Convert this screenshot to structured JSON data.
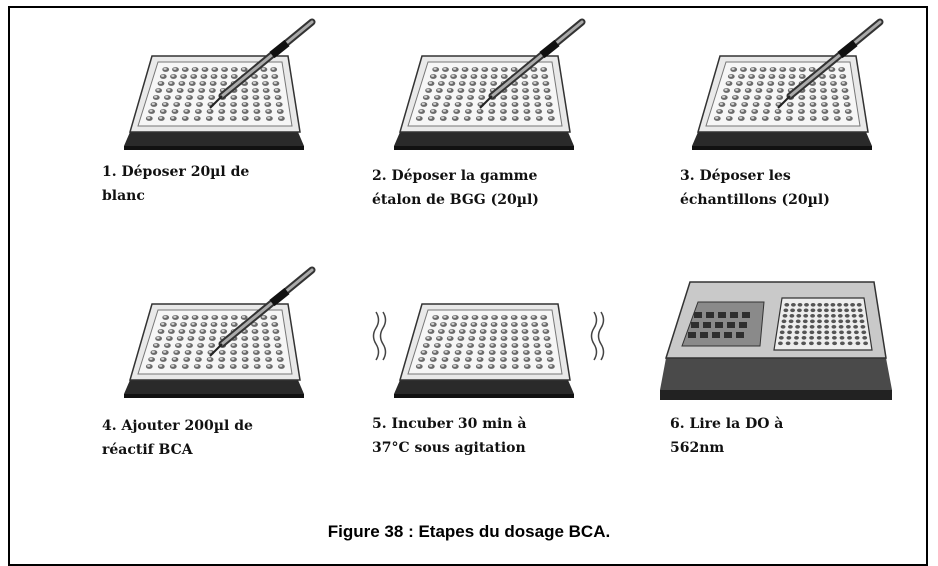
{
  "steps": [
    {
      "caption": "1. Déposer 20µl de\nblanc",
      "illustration": "microplate-with-pipette"
    },
    {
      "caption": "2. Déposer la gamme\nétalon de BGG (20µl)",
      "illustration": "microplate-with-pipette"
    },
    {
      "caption": "3. Déposer les\néchantillons (20µl)",
      "illustration": "microplate-with-pipette"
    },
    {
      "caption": "4. Ajouter 200µl de\nréactif BCA",
      "illustration": "microplate-with-pipette"
    },
    {
      "caption": "5. Incuber 30 min à\n37°C sous agitation",
      "illustration": "microplate-shaking"
    },
    {
      "caption": "6. Lire la DO à\n562nm",
      "illustration": "plate-reader"
    }
  ],
  "figure_caption": "Figure 38 : Etapes du dosage BCA."
}
